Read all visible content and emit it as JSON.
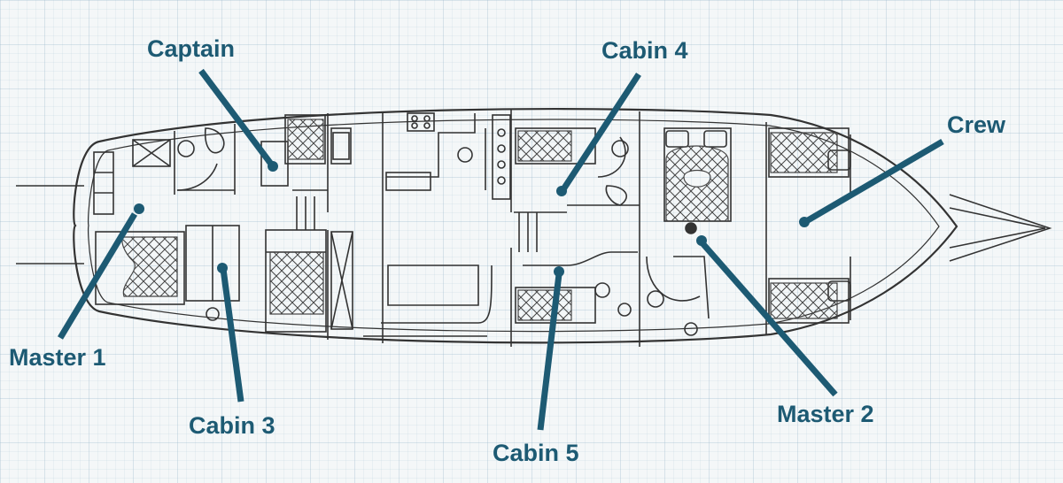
{
  "diagram": {
    "labels": {
      "captain": "Captain",
      "cabin_4": "Cabin 4",
      "crew": "Crew",
      "master_1": "Master 1",
      "cabin_3": "Cabin 3",
      "cabin_5": "Cabin 5",
      "master_2": "Master 2"
    },
    "colors": {
      "label": "#1d5a73",
      "pointer": "#1d5a73",
      "sketch": "#3a3a3a",
      "grid": "#b4c8d4",
      "background": "#f4f7f8"
    }
  }
}
